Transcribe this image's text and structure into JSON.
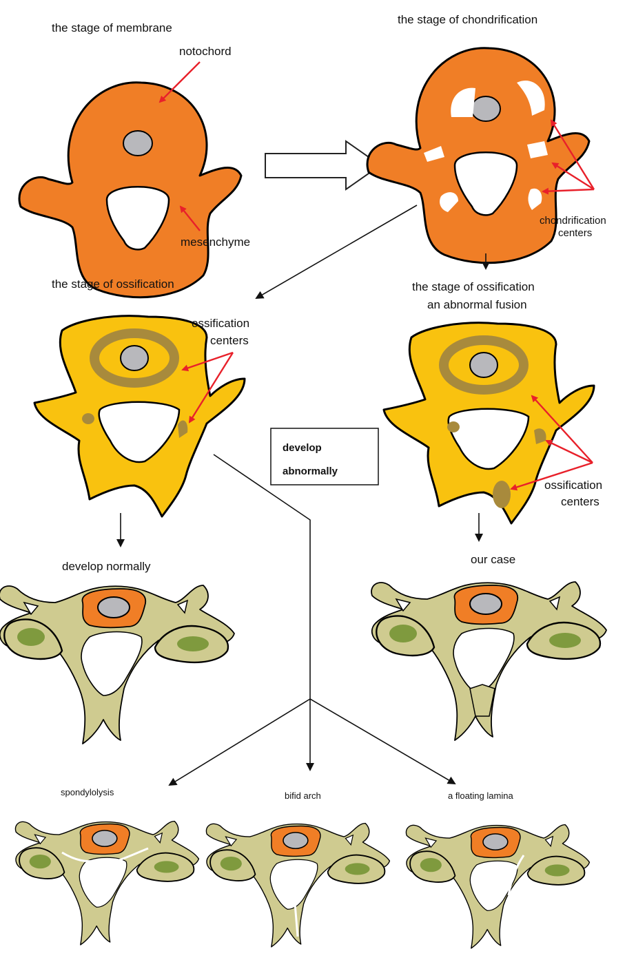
{
  "labels": {
    "membrane_title": "the stage of membrane",
    "notochord": "notochord",
    "mesenchyme": "mesenchyme",
    "chondrification_title": "the stage of chondrification",
    "chondrification_centers_1": "chondrification",
    "chondrification_centers_2": "centers",
    "ossification_title": "the stage of ossification",
    "abnormal_title_1": "the stage of ossification",
    "abnormal_title_2": "an abnormal fusion",
    "ossification_centers_left_1": "ossification",
    "ossification_centers_left_2": "centers",
    "ossification_centers_right_1": "ossification",
    "ossification_centers_right_2": "centers",
    "develop_box_1": "develop",
    "develop_box_2": "abnormally",
    "develop_normally": "develop normally",
    "our_case": "our case",
    "spondylolysis": "spondylolysis",
    "bifid_arch": "bifid arch",
    "floating_lamina": "a floating lamina"
  },
  "colors": {
    "membrane_orange": "#f07e26",
    "ossification_yellow": "#f9c20f",
    "ossification_center_brown": "#a88a3c",
    "notochord_gray": "#b8b8bc",
    "bone_khaki": "#cfcb90",
    "facet_green": "#7f9a3e",
    "arrow_red": "#e8202a"
  }
}
